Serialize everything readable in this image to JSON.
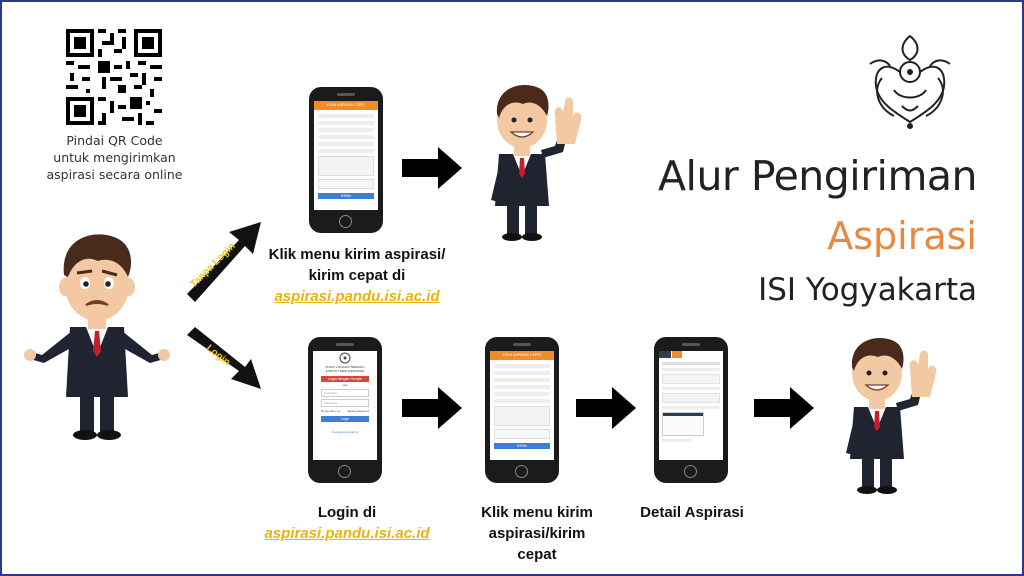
{
  "title": {
    "line1": "Alur Pengiriman",
    "line2": "Aspirasi",
    "line3": "ISI Yogyakarta"
  },
  "qr": {
    "caption_line1": "Pindai QR Code",
    "caption_line2": "untuk mengirimkan",
    "caption_line3": "aspirasi secara online"
  },
  "branch_labels": {
    "no_login": "Tanpa Login",
    "login": "Login"
  },
  "top_flow": {
    "caption_line1": "Klik menu kirim aspirasi/",
    "caption_line2": "kirim cepat di",
    "link": "aspirasi.pandu.isi.ac.id"
  },
  "bottom_flow": {
    "step1": {
      "caption": "Login di",
      "link": "aspirasi.pandu.isi.ac.id"
    },
    "step2": {
      "line1": "Klik menu kirim",
      "line2": "aspirasi/kirim",
      "line3": "cepat"
    },
    "step3": {
      "caption": "Detail Aspirasi"
    }
  },
  "phone_screens": {
    "form_header": "KIRIM ASPIRASI CEPAT",
    "login_org_line1": "PUSAT LAYANAN TERPADU",
    "login_org_line2": "INSTITUT SENI INDONESIA",
    "login_google_button": "Login dengan Google",
    "login_or": "atau",
    "login_user_placeholder": "Username",
    "login_pass_placeholder": "Password",
    "login_remember": "Remember me",
    "login_forgot": "Reset password",
    "login_button": "Login",
    "login_back_link": "Ke aspirasi.isi.ac.id",
    "form_submit": "KIRIM"
  },
  "colors": {
    "title_accent": "#e8883f",
    "link": "#e8b40c",
    "frame_border": "#2b3990",
    "phone_header": "#f28c28",
    "button_blue": "#3b7dd8"
  }
}
